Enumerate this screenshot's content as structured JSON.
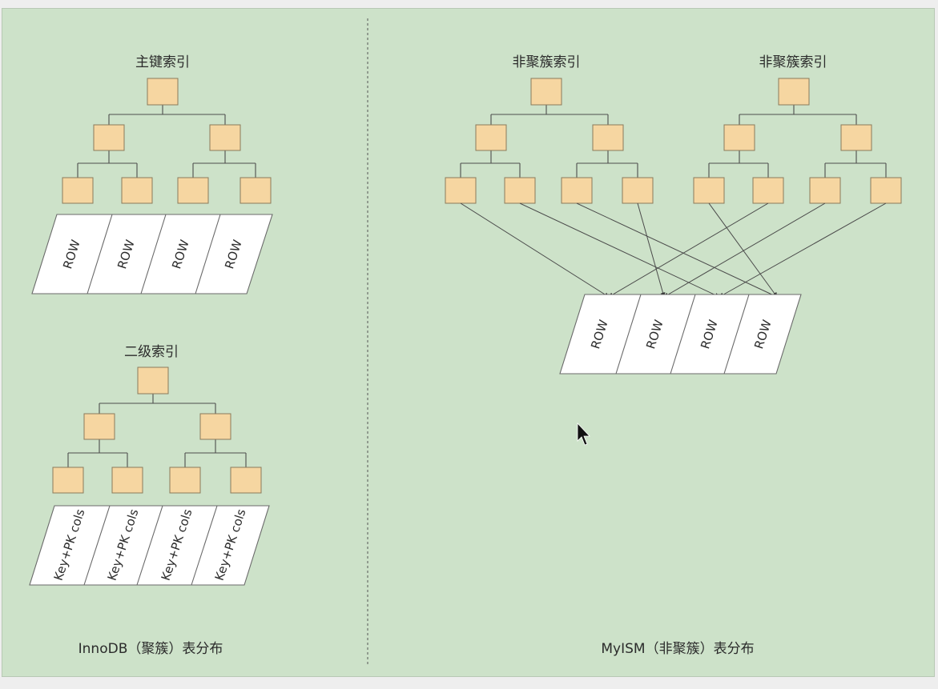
{
  "innodb": {
    "primary_index_label": "主键索引",
    "primary_rows": [
      "ROW",
      "ROW",
      "ROW",
      "ROW"
    ],
    "secondary_index_label": "二级索引",
    "secondary_rows": [
      "Key+PK cols",
      "Key+PK cols",
      "Key+PK cols",
      "Key+PK cols"
    ],
    "caption": "InnoDB（聚簇）表分布"
  },
  "myisam": {
    "index1_label": "非聚簇索引",
    "index2_label": "非聚簇索引",
    "rows": [
      "ROW",
      "ROW",
      "ROW",
      "ROW"
    ],
    "caption": "MyISM（非聚簇）表分布"
  },
  "colors": {
    "background": "#cde2c9",
    "node_fill": "#f6d6a1",
    "row_fill": "#ffffff"
  }
}
